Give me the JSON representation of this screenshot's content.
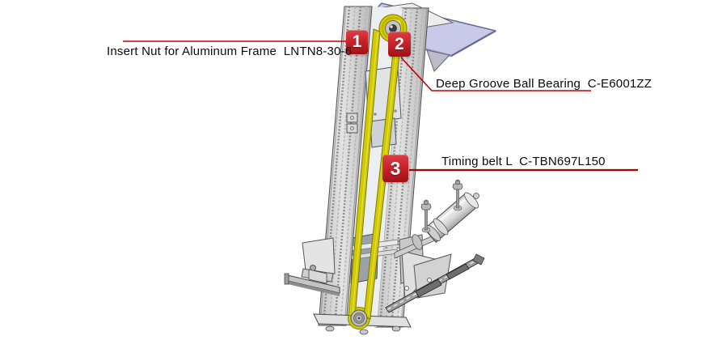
{
  "diagram": {
    "description": "Isometric CAD parts diagram of a vertical timing-belt lift unit",
    "background_color": "#ffffff"
  },
  "callouts": [
    {
      "number": "1",
      "label": "Insert Nut for Aluminum Frame  LNTN8-30-6"
    },
    {
      "number": "2",
      "label": "Deep Groove Ball Bearing  C-E6001ZZ"
    },
    {
      "number": "3",
      "label": "Timing belt L  C-TBN697L150"
    }
  ],
  "colors": {
    "badge_red": "#c8242b",
    "leader_line_red": "#c00000",
    "belt_yellow": "#d2ca00",
    "platform_lavender": "#c9c9e9",
    "frame_gray": "#d2d2d2",
    "text_black": "#0a0a0a"
  }
}
